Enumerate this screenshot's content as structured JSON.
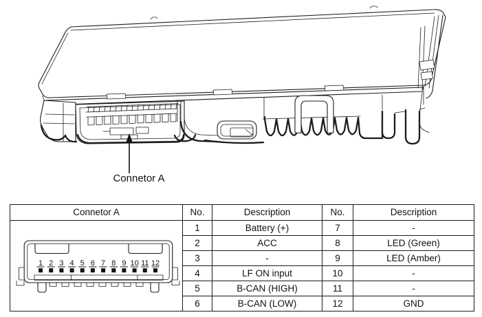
{
  "module_diagram": {
    "label": "Connetor A"
  },
  "pin_table": {
    "headers": {
      "connector": "Connetor A",
      "no": "No.",
      "description": "Description"
    },
    "rows": [
      {
        "no_left": "1",
        "desc_left": "Battery (+)",
        "no_right": "7",
        "desc_right": "-"
      },
      {
        "no_left": "2",
        "desc_left": "ACC",
        "no_right": "8",
        "desc_right": "LED (Green)"
      },
      {
        "no_left": "3",
        "desc_left": "-",
        "no_right": "9",
        "desc_right": "LED (Amber)"
      },
      {
        "no_left": "4",
        "desc_left": "LF ON input",
        "no_right": "10",
        "desc_right": "-"
      },
      {
        "no_left": "5",
        "desc_left": "B-CAN (HIGH)",
        "no_right": "11",
        "desc_right": "-"
      },
      {
        "no_left": "6",
        "desc_left": "B-CAN (LOW)",
        "no_right": "12",
        "desc_right": "GND"
      }
    ]
  },
  "connector_view": {
    "pins": [
      "1",
      "2",
      "3",
      "4",
      "5",
      "6",
      "7",
      "8",
      "9",
      "10",
      "11",
      "12"
    ]
  },
  "colors": {
    "line": "#1c1c1c",
    "text": "#111111",
    "background": "#ffffff",
    "pin_square": "#111111"
  }
}
